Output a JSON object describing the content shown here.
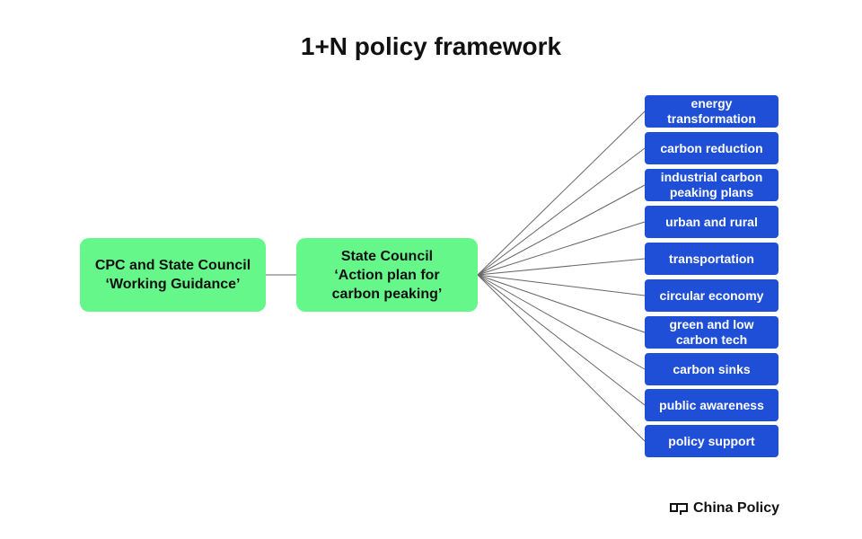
{
  "title": "1+N policy framework",
  "nodes": {
    "root": "CPC and State Council\n‘Working Guidance’",
    "plan": "State Council\n‘Action plan for\ncarbon peaking’"
  },
  "branches": [
    "energy\ntransformation",
    "carbon reduction",
    "industrial carbon\npeaking plans",
    "urban and rural",
    "transportation",
    "circular economy",
    "green and low\ncarbon tech",
    "carbon sinks",
    "public awareness",
    "policy support"
  ],
  "logo": "China Policy",
  "colors": {
    "green": "#66f78a",
    "blue": "#1f4fd6"
  }
}
